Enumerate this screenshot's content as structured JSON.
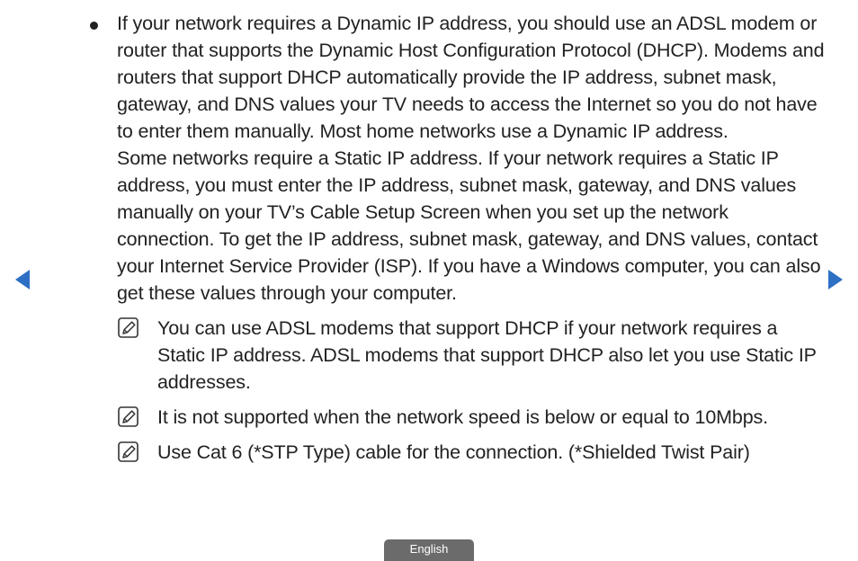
{
  "navigation": {
    "prev_icon": "triangle-left",
    "next_icon": "triangle-right",
    "arrow_color": "#2d6fc4"
  },
  "content": {
    "bullet": {
      "paragraph_1": "If your network requires a Dynamic IP address, you should use an ADSL modem or router that supports the Dynamic Host Configuration Protocol (DHCP). Modems and routers that support DHCP automatically provide the IP address, subnet mask, gateway, and DNS values your TV needs to access the Internet so you do not have to enter them manually. Most home networks use a Dynamic IP address.",
      "paragraph_2": "Some networks require a Static IP address. If your network requires a Static IP address, you must enter the IP address, subnet mask, gateway, and DNS values manually on your TV’s Cable Setup Screen when you set up the network connection. To get the IP address, subnet mask, gateway, and DNS values, contact your Internet Service Provider (ISP). If you have a Windows computer, you can also get these values through your computer."
    },
    "notes": [
      {
        "icon": "note-icon",
        "text": "You can use ADSL modems that support DHCP if your network requires a Static IP address. ADSL modems that support DHCP also let you use Static IP addresses."
      },
      {
        "icon": "note-icon",
        "text": "It is not supported when the network speed is below or equal to 10Mbps."
      },
      {
        "icon": "note-icon",
        "text": "Use Cat 6 (*STP Type) cable for the connection. (*Shielded Twist Pair)"
      }
    ]
  },
  "footer": {
    "language_label": "English",
    "tab_color": "#6b6b6b"
  }
}
